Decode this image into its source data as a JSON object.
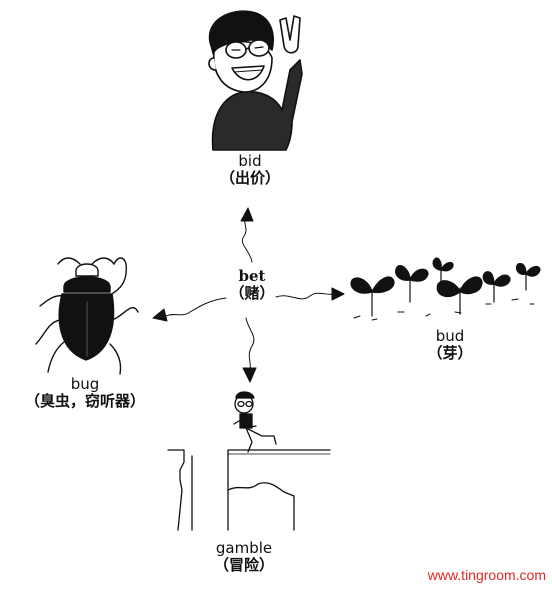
{
  "center": {
    "word": "bet",
    "meaning": "（赌）"
  },
  "branches": {
    "top": {
      "word": "bid",
      "meaning": "（出价）"
    },
    "right": {
      "word": "bud",
      "meaning": "（芽）"
    },
    "left": {
      "word": "bug",
      "meaning": "（臭虫，窃听器）"
    },
    "bottom": {
      "word": "gamble",
      "meaning": "（冒险）"
    }
  },
  "watermark": "www.tingroom.com",
  "colors": {
    "ink": "#111111",
    "watermark": "#e32626",
    "background": "#ffffff"
  },
  "icons": {
    "top": "waving-boy-icon",
    "right": "sprouts-icon",
    "left": "beetle-icon",
    "bottom": "boy-jumping-cliff-icon"
  }
}
